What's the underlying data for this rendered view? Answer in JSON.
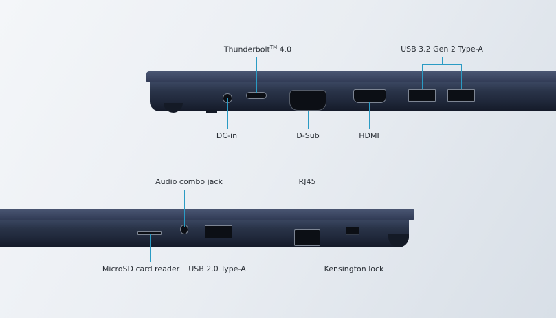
{
  "top_view": {
    "labels": {
      "thunderbolt": "Thunderbolt",
      "thunderbolt_tm": "TM",
      "thunderbolt_version": " 4.0",
      "usb32": "USB 3.2 Gen 2 Type-A",
      "dc_in": "DC-in",
      "dsub": "D-Sub",
      "hdmi": "HDMI"
    }
  },
  "bottom_view": {
    "labels": {
      "audio": "Audio combo jack",
      "rj45": "RJ45",
      "microsd": "MicroSD card reader",
      "usb20": "USB 2.0 Type-A",
      "kensington": "Kensington lock"
    }
  },
  "colors": {
    "accent_line": "#2a9bc4",
    "chassis": "#1e2638"
  }
}
